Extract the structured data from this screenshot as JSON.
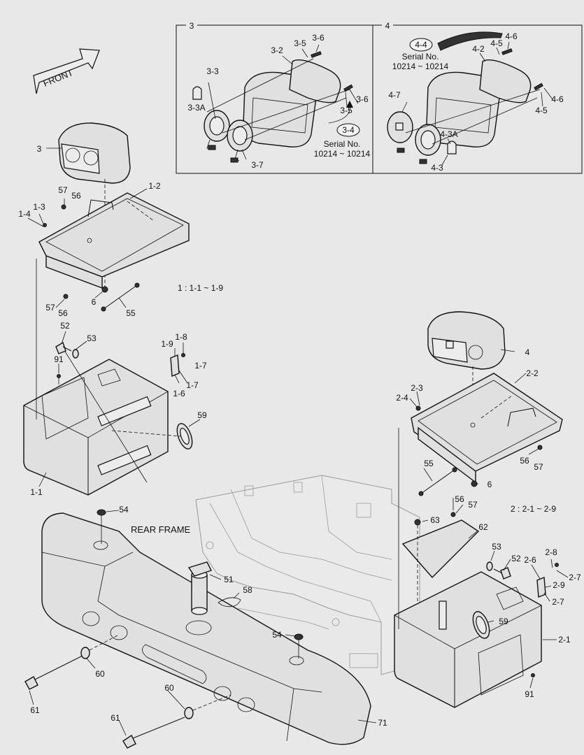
{
  "front_label": "FRONT",
  "rear_frame_label": "REAR FRAME",
  "group_note_1": "1 : 1-1 ~ 1-9",
  "group_note_2": "2 : 2-1 ~ 2-9",
  "inset_3": {
    "header": "3",
    "serial_ref": "3-4",
    "serial_title": "Serial No.",
    "serial_range": "10214 ~ 10214"
  },
  "inset_4": {
    "header": "4",
    "serial_ref": "4-4",
    "serial_title": "Serial No.",
    "serial_range": "10214 ~ 10214"
  },
  "labels": {
    "l3_2": "3-2",
    "l3_5a": "3-5",
    "l3_6a": "3-6",
    "l3_3": "3-3",
    "l3_3a": "3-3A",
    "l3_5b": "3-5",
    "l3_6b": "3-6",
    "l3_7": "3-7",
    "l4_2": "4-2",
    "l4_5a": "4-5",
    "l4_6a": "4-6",
    "l4_7": "4-7",
    "l4_3a": "4-3A",
    "l4_3": "4-3",
    "l4_5b": "4-5",
    "l4_6b": "4-6",
    "l3": "3",
    "l1_2": "1-2",
    "l57a": "57",
    "l56a": "56",
    "l1_3": "1-3",
    "l1_4": "1-4",
    "l57b": "57",
    "l56b": "56",
    "l6a": "6",
    "l55a": "55",
    "l52a": "52",
    "l53a": "53",
    "l91a": "91",
    "l1_9": "1-9",
    "l1_8": "1-8",
    "l1_7a": "1-7",
    "l1_7b": "1-7",
    "l1_6": "1-6",
    "l59a": "59",
    "l1_1": "1-1",
    "l4": "4",
    "l2_2": "2-2",
    "l2_3": "2-3",
    "l2_4": "2-4",
    "l56c": "56",
    "l57c": "57",
    "l55b": "55",
    "l6b": "6",
    "l56d": "56",
    "l57d": "57",
    "l54a": "54",
    "l63": "63",
    "l62": "62",
    "l53b": "53",
    "l52b": "52",
    "l2_6": "2-6",
    "l2_8": "2-8",
    "l2_7a": "2-7",
    "l2_9": "2-9",
    "l2_7b": "2-7",
    "l51": "51",
    "l58": "58",
    "l59b": "59",
    "l2_1": "2-1",
    "l54b": "54",
    "l60a": "60",
    "l61a": "61",
    "l60b": "60",
    "l61b": "61",
    "l71": "71",
    "l91b": "91"
  }
}
